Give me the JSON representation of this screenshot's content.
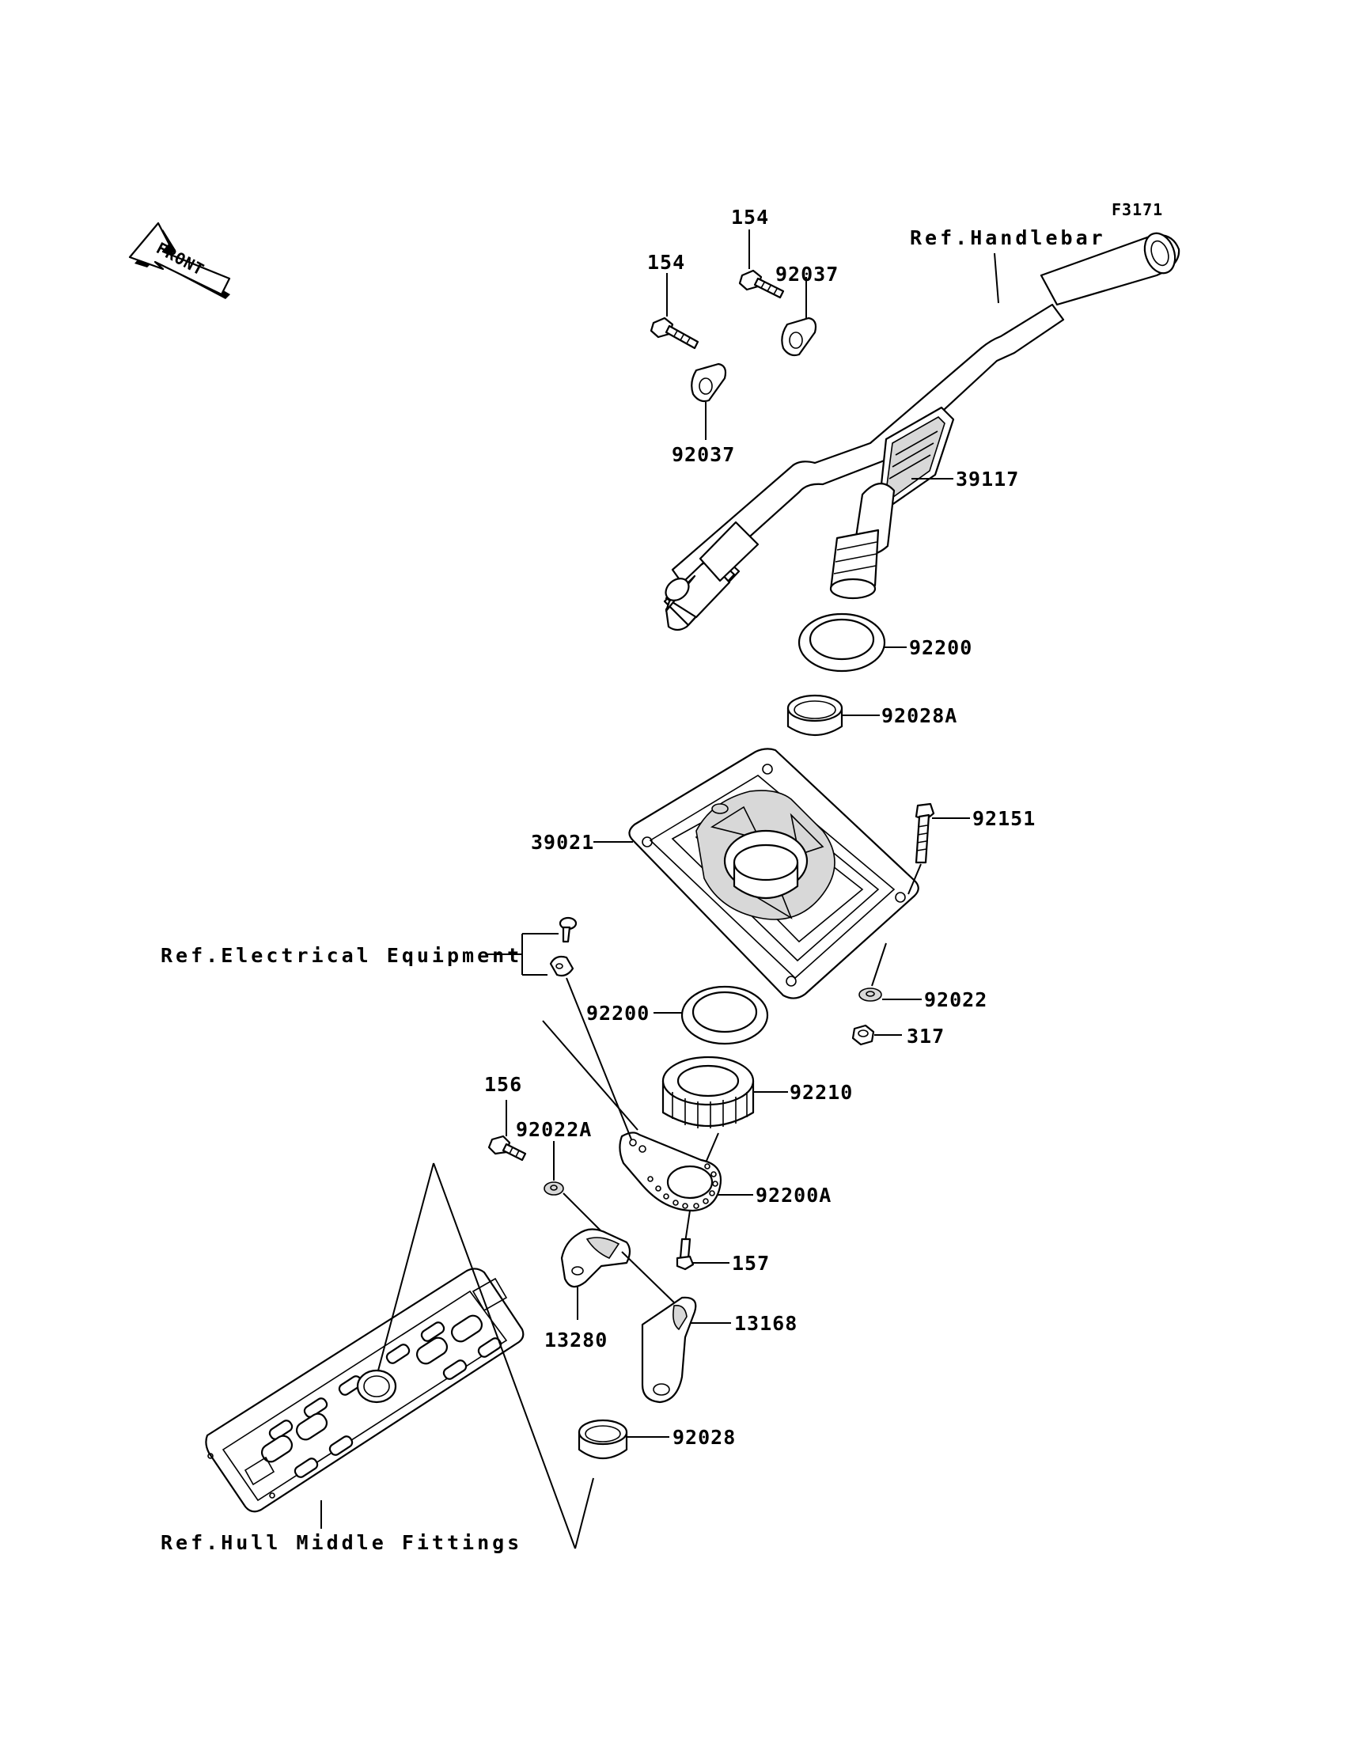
{
  "figure_code": "F3171",
  "front_badge": "FRONT",
  "refs": {
    "handlebar": "Ref.Handlebar",
    "electrical": "Ref.Electrical Equipment",
    "hull": "Ref.Hull Middle Fittings"
  },
  "parts": {
    "p154_a": "154",
    "p154_b": "154",
    "p92037_a": "92037",
    "p92037_b": "92037",
    "p39117": "39117",
    "p92200_a": "92200",
    "p92028A": "92028A",
    "p92151": "92151",
    "p39021": "39021",
    "p92022": "92022",
    "p92200_b": "92200",
    "p317": "317",
    "p92210": "92210",
    "p156": "156",
    "p92022A": "92022A",
    "p92200A": "92200A",
    "p157": "157",
    "p13168": "13168",
    "p13280": "13280",
    "p92028": "92028"
  }
}
